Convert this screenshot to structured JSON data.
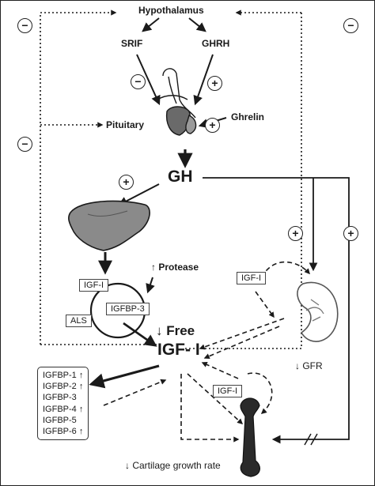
{
  "labels": {
    "hypothalamus": "Hypothalamus",
    "srif": "SRIF",
    "ghrh": "GHRH",
    "pituitary": "Pituitary",
    "ghrelin": "Ghrelin",
    "gh": "GH",
    "protease": "↑ Protease",
    "igf_i_box_left": "IGF-I",
    "igfbp3_box": "IGFBP-3",
    "als_box": "ALS",
    "free": "↓ Free",
    "igf_i_central": "IGF- I",
    "igf_i_box_right": "IGF-I",
    "gfr": "↓ GFR",
    "igf_i_box_bone": "IGF-I",
    "cartilage": "↓ Cartilage growth rate"
  },
  "binding_proteins": [
    "IGFBP-1 ↑",
    "IGFBP-2 ↑",
    "IGFBP-3",
    "IGFBP-4 ↑",
    "IGFBP-5",
    "IGFBP-6 ↑"
  ],
  "signs": {
    "minus": "−",
    "plus": "+"
  },
  "icons": [
    "liver-icon",
    "pituitary-icon",
    "kidney-icon",
    "bone-icon"
  ]
}
